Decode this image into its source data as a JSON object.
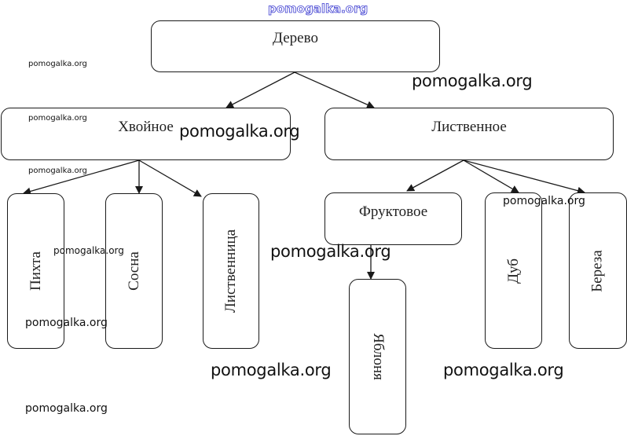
{
  "diagram": {
    "root": {
      "label": "Дерево"
    },
    "categories": [
      {
        "label": "Хвойное",
        "children": [
          "Пихта",
          "Сосна",
          "Лиственница"
        ]
      },
      {
        "label": "Лиственное",
        "children": [
          "Фруктовое",
          "Дуб",
          "Береза"
        ]
      }
    ],
    "subcategory": {
      "label": "Фруктовое",
      "children": [
        "Яблоня"
      ]
    },
    "line_color": "#1a1a1a"
  },
  "watermarks": [
    "pomogalka.org",
    "pomogalka.org",
    "pomogalka.org",
    "pomogalka.org",
    "pomogalka.org",
    "pomogalka.org",
    "pomogalka.org",
    "pomogalka.org",
    "pomogalka.org",
    "pomogalka.org",
    "pomogalka.org",
    "pomogalka.org",
    "pomogalka.org"
  ]
}
